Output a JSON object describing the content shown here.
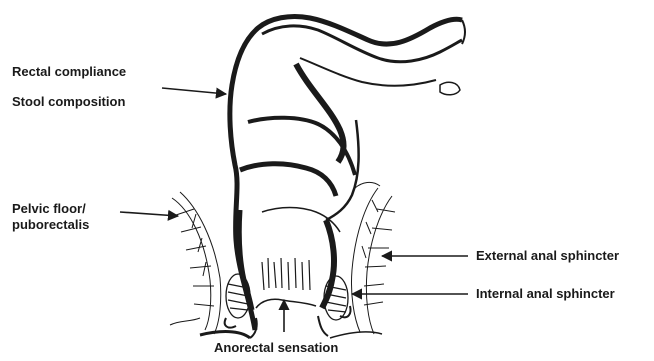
{
  "labels": {
    "rectal_compliance": "Rectal compliance",
    "stool_composition": "Stool composition",
    "pelvic_floor_line1": "Pelvic floor/",
    "pelvic_floor_line2": "puborectalis",
    "external_anal_sphincter": "External anal sphincter",
    "internal_anal_sphincter": "Internal anal sphincter",
    "anorectal_sensation": "Anorectal sensation"
  },
  "colors": {
    "ink": "#1a1a1a",
    "background": "#ffffff"
  }
}
